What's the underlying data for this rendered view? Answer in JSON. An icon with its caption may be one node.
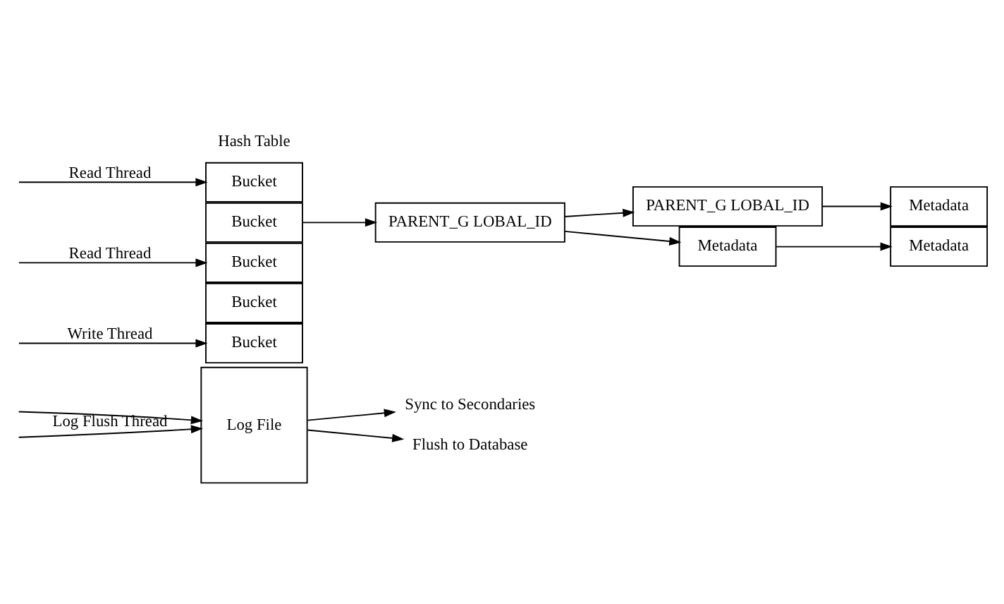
{
  "diagram": {
    "nodes": [
      {
        "text": [
          "Bucket"
        ]
      },
      {
        "text": [
          "Bucket"
        ]
      },
      {
        "text": [
          "Bucket"
        ]
      },
      {
        "text": [
          "Bucket"
        ]
      },
      {
        "text": [
          "Bucket"
        ]
      },
      {
        "text": [
          "PARENT_G LOBAL_ID"
        ]
      },
      {
        "text": [
          "PARENT_G LOBAL_ID"
        ]
      },
      {
        "text": [
          "Metadata"
        ]
      },
      {
        "text": [
          "Metadata"
        ]
      },
      {
        "text": [
          "Metadata"
        ]
      },
      {
        "text": [
          "Log File"
        ]
      },
      {
        "text": [
          "Sync to Secondaries"
        ]
      },
      {
        "text": [
          "Flush to Database"
        ]
      }
    ],
    "edges": [
      {
        "from": null,
        "to": 0,
        "arrow": "to",
        "label": "Read Thread"
      },
      {
        "from": null,
        "to": 2,
        "arrow": "to",
        "label": "Read Thread"
      },
      {
        "from": null,
        "to": 4,
        "arrow": "to",
        "label": "Write Thread"
      },
      {
        "from": null,
        "to": 10,
        "arrow": "to"
      },
      {
        "from": null,
        "to": 10,
        "arrow": "to",
        "label": "Log Flush Thread"
      },
      {
        "from": 1,
        "to": 5,
        "arrow": "to"
      },
      {
        "from": 5,
        "to": 6,
        "arrow": "to"
      },
      {
        "from": 5,
        "to": 7,
        "arrow": "to"
      },
      {
        "from": 7,
        "to": 9,
        "arrow": "to"
      },
      {
        "from": 6,
        "to": 8,
        "arrow": "to"
      },
      {
        "from": 10,
        "to": 11,
        "arrow": "to"
      },
      {
        "from": 10,
        "to": 12,
        "arrow": "to"
      }
    ],
    "labels": [
      "Hash Table"
    ]
  }
}
